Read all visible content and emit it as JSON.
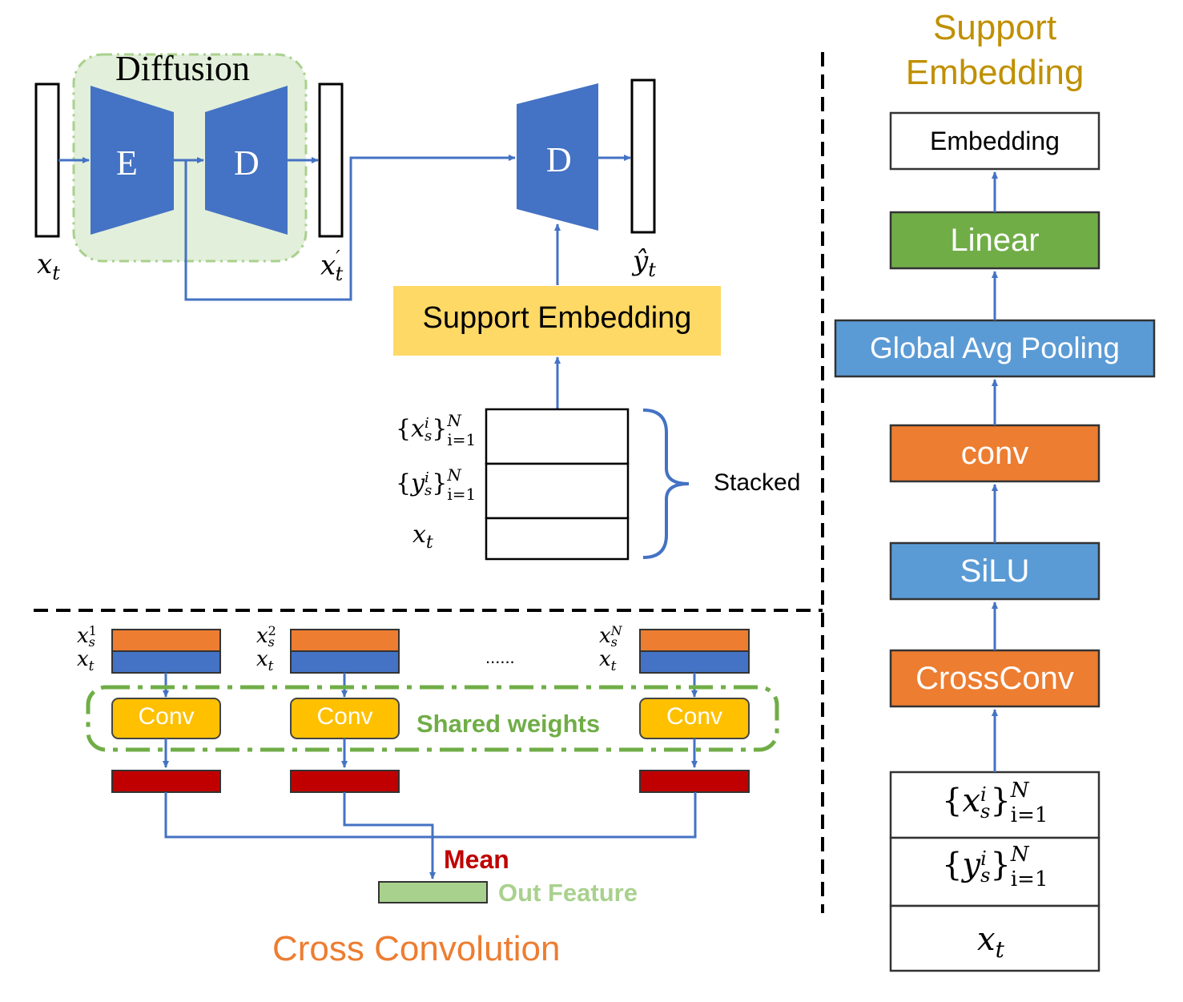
{
  "diffusion": {
    "title": "Diffusion",
    "encoder_label": "E",
    "decoder_label": "D",
    "final_decoder_label": "D",
    "input_label": "x_t",
    "intermediate_label": "x'_t",
    "output_label": "ŷ_t"
  },
  "support_embedding_block": {
    "label": "Support Embedding",
    "stack_labels": [
      "{x_s^i}_{i=1}^N",
      "{y_s^i}_{i=1}^N",
      "x_t"
    ],
    "stacked_label": "Stacked"
  },
  "cross_convolution": {
    "title": "Cross Convolution",
    "inputs": [
      {
        "top": "x_s^1",
        "bottom": "x_t"
      },
      {
        "top": "x_s^2",
        "bottom": "x_t"
      },
      {
        "top": "x_s^N",
        "bottom": "x_t"
      }
    ],
    "ellipsis": "......",
    "conv_label": "Conv",
    "shared_weights_label": "Shared weights",
    "mean_label": "Mean",
    "out_feature_label": "Out Feature"
  },
  "support_embedding_panel": {
    "title_line1": "Support",
    "title_line2": "Embedding",
    "layers": [
      "Embedding",
      "Linear",
      "Global Avg Pooling",
      "conv",
      "SiLU",
      "CrossConv"
    ],
    "input_stack": [
      "{x_s^i}_{i=1}^N",
      "{y_s^i}_{i=1}^N",
      "x_t"
    ]
  },
  "colors": {
    "blue": "#4472C4",
    "light_blue": "#5B9BD5",
    "orange": "#ED7D31",
    "green": "#70AD47",
    "yellow": "#FFD966",
    "gold": "#FFC000",
    "dark_red": "#C00000",
    "light_green_fill": "#A9D18E",
    "diffusion_bg": "#E2EFDA",
    "title_gold": "#BF9000"
  }
}
